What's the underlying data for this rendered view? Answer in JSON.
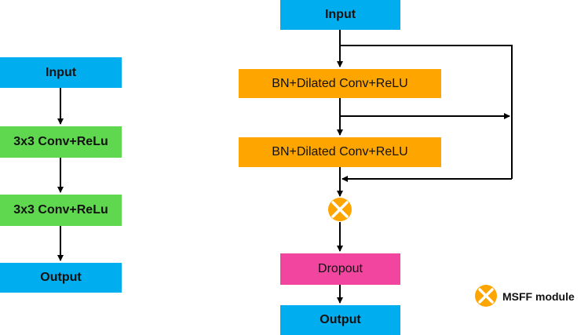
{
  "colors": {
    "input_output": "#00adee",
    "conv": "#5fd84f",
    "dilated": "#ffa500",
    "dropout": "#f2459f",
    "fusion_node": "#ffa500"
  },
  "left_block": {
    "input": "Input",
    "conv1": "3x3 Conv+ReLu",
    "conv2": "3x3 Conv+ReLu",
    "output": "Output"
  },
  "right_block": {
    "input": "Input",
    "dilated1": "BN+Dilated Conv+ReLU",
    "dilated2": "BN+Dilated Conv+ReLU",
    "fusion_node_icon": "multiply-circle-icon",
    "dropout": "Dropout",
    "output": "Output"
  },
  "legend": {
    "icon": "multiply-circle-icon",
    "label": "MSFF module"
  }
}
